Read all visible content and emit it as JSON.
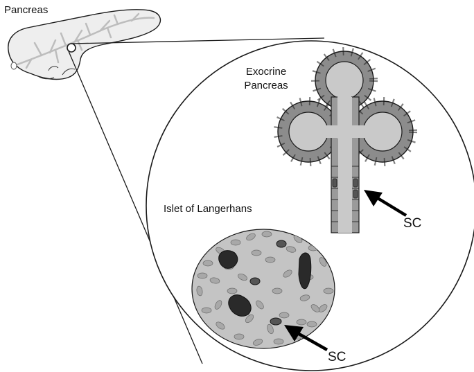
{
  "labels": {
    "pancreas": "Pancreas",
    "exocrine_line1": "Exocrine",
    "exocrine_line2": "Pancreas",
    "islet": "Islet of Langerhans",
    "sc_duct": "SC",
    "sc_islet": "SC"
  },
  "colors": {
    "outline": "#1a1a1a",
    "pancreas_fill": "#eeeeee",
    "acinar_cell": "#8c8c8c",
    "acinar_cell_dark": "#707070",
    "lumen": "#c9c9c9",
    "duct_cell": "#9a9a9a",
    "stem_cell": "#555555",
    "islet_fill": "#c4c4c4",
    "islet_cell": "#a8a8a8",
    "blood_vessel": "#2a2a2a"
  }
}
